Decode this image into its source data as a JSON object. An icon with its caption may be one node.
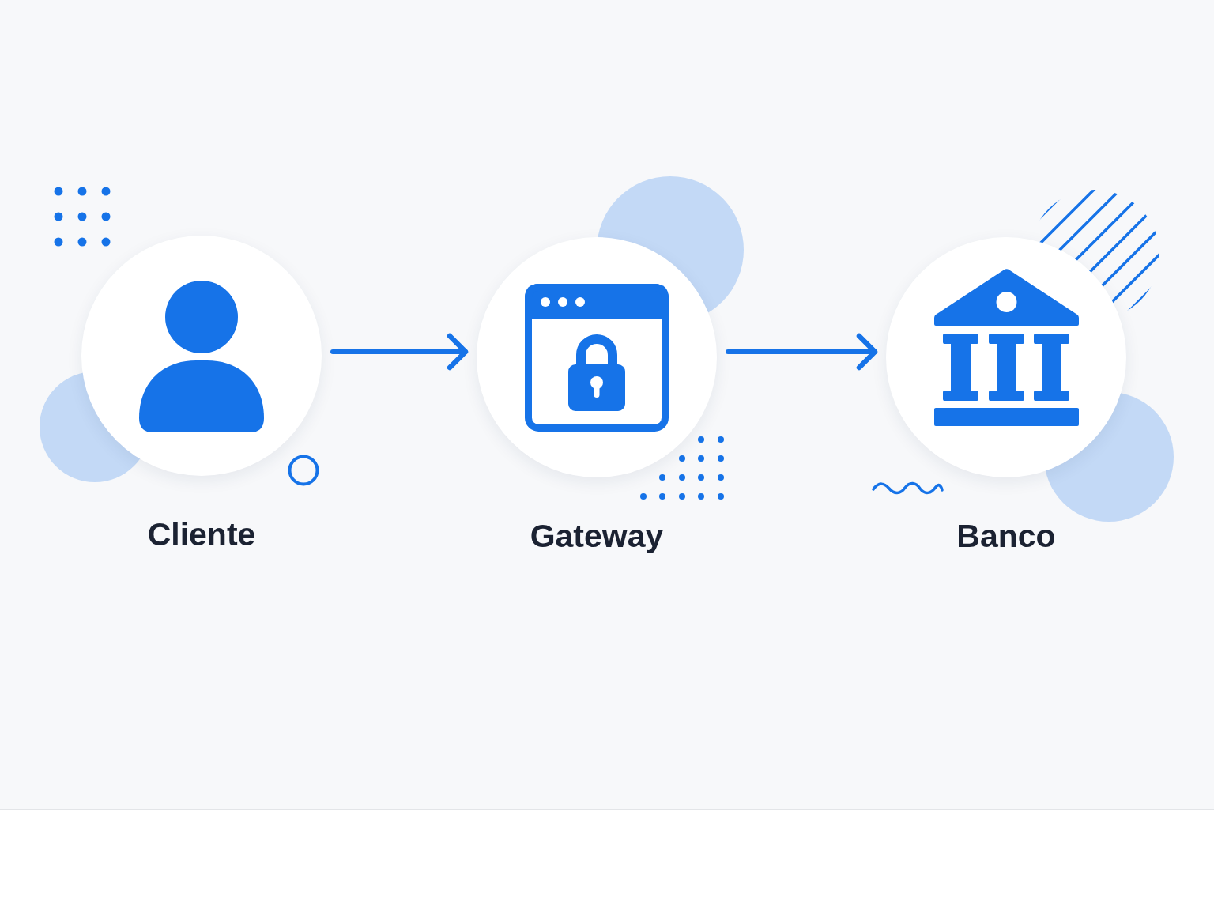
{
  "diagram": {
    "nodes": [
      {
        "text": [
          "Cliente"
        ]
      },
      {
        "text": [
          "Gateway"
        ]
      },
      {
        "text": [
          "Banco"
        ]
      }
    ],
    "edges": [
      {
        "from": 0,
        "to": 1,
        "arrow": "to"
      },
      {
        "from": 1,
        "to": 2,
        "arrow": "to"
      }
    ]
  }
}
